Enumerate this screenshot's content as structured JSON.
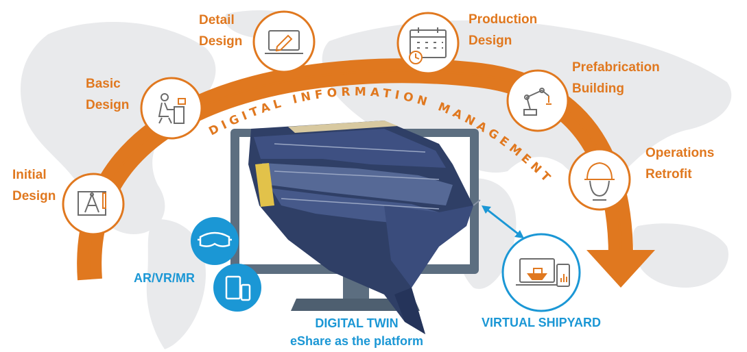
{
  "arc_title": "DIGITAL INFORMATION MANAGEMENT",
  "stages": [
    {
      "label": "Initial\nDesign",
      "icon": "drafting-blueprint-icon"
    },
    {
      "label": "Basic\nDesign",
      "icon": "designer-at-desk-icon"
    },
    {
      "label": "Detail\nDesign",
      "icon": "laptop-pen-icon"
    },
    {
      "label": "Production\nDesign",
      "icon": "calendar-clock-icon"
    },
    {
      "label": "Prefabrication\nBuilding",
      "icon": "robot-arm-icon"
    },
    {
      "label": "Operations\nRetrofit",
      "icon": "hard-hat-worker-icon"
    }
  ],
  "ar_vr": {
    "label": "AR/VR/MR",
    "icons": [
      "vr-headset-icon",
      "tablet-phone-icon"
    ]
  },
  "digital_twin": {
    "label": "DIGITAL TWIN\neShare as the platform",
    "icon": "ship-model-monitor-icon"
  },
  "virtual_shipyard": {
    "label": "VIRTUAL SHIPYARD",
    "icon": "devices-ship-icon"
  },
  "colors": {
    "orange": "#E0781F",
    "blue": "#1B97D5",
    "map": "#E9EAEC",
    "monitor": "#5C6E80"
  }
}
